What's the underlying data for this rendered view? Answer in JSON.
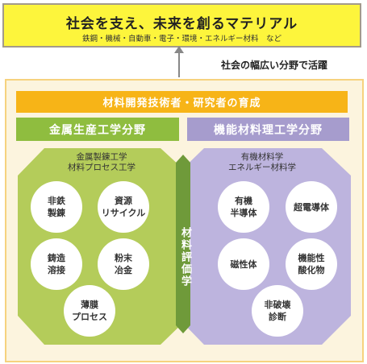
{
  "top": {
    "title": "社会を支え、未来を創るマテリアル",
    "subtitle": "鉄鋼・機械・自動車・電子・環境・エネルギー材料　など"
  },
  "arrow_label": "社会の幅広い分野で活躍",
  "banner": "材料開発技術者・研究者の育成",
  "departments": {
    "left": "金属生産工学分野",
    "right": "機能材料理工学分野"
  },
  "left_area": {
    "title_line1": "金属製錬工学",
    "title_line2": "材料プロセス工学",
    "circles": [
      "非鉄\n製錬",
      "資源\nリサイクル",
      "鋳造\n溶接",
      "粉末\n冶金",
      "薄膜\nプロセス"
    ]
  },
  "right_area": {
    "title_line1": "有機材料学",
    "title_line2": "エネルギー材料学",
    "circles": [
      "有機\n半導体",
      "超電導体",
      "磁性体",
      "機能性\n酸化物",
      "非破壊\n診断"
    ]
  },
  "center": "材料評価学",
  "colors": {
    "top_fill": "#fdf53c",
    "banner": "#f7b417",
    "metal_green": "#8fbd3f",
    "octagon_green": "#b4cc5a",
    "function_purple": "#a69ccd",
    "octagon_purple": "#bdb4de",
    "overlap_green": "#6f9a3a",
    "outer_fill": "#fcf4de"
  }
}
